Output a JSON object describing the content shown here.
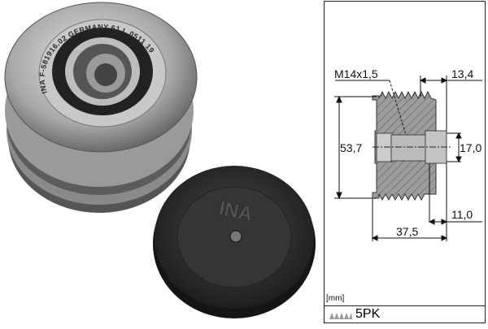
{
  "photo": {
    "pulley_marking": "INA F-581916.02 GERMANY 61 L 0511 19",
    "cap_marking": "INA"
  },
  "drawing": {
    "thread": "M14x1,5",
    "dim_width_hub": "13,4",
    "dim_diameter": "53,7",
    "dim_bore": "17,0",
    "dim_offset": "11,0",
    "dim_length": "37,5"
  },
  "unit": "[mm]",
  "belt_profile": {
    "icon": "poly-v-ribs-icon",
    "label": "5PK"
  }
}
